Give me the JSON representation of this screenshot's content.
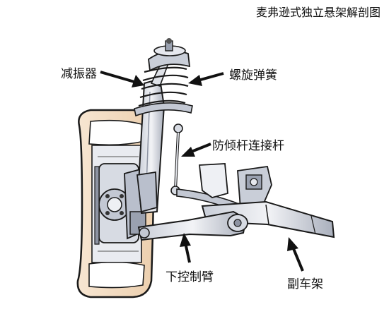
{
  "title": "麦弗逊式独立悬架解剖图",
  "labels": {
    "shock_absorber": "减振器",
    "coil_spring": "螺旋弹簧",
    "stabilizer_link": "防倾杆连接杆",
    "lower_control_arm": "下控制臂",
    "subframe": "副车架"
  },
  "colors": {
    "tire": "#f3ddc3",
    "outline": "#1a1a1a",
    "metal_light": "#e6e8ee",
    "metal_mid": "#b9bfcc",
    "metal_dark": "#7a8090",
    "arrow": "#111111"
  }
}
